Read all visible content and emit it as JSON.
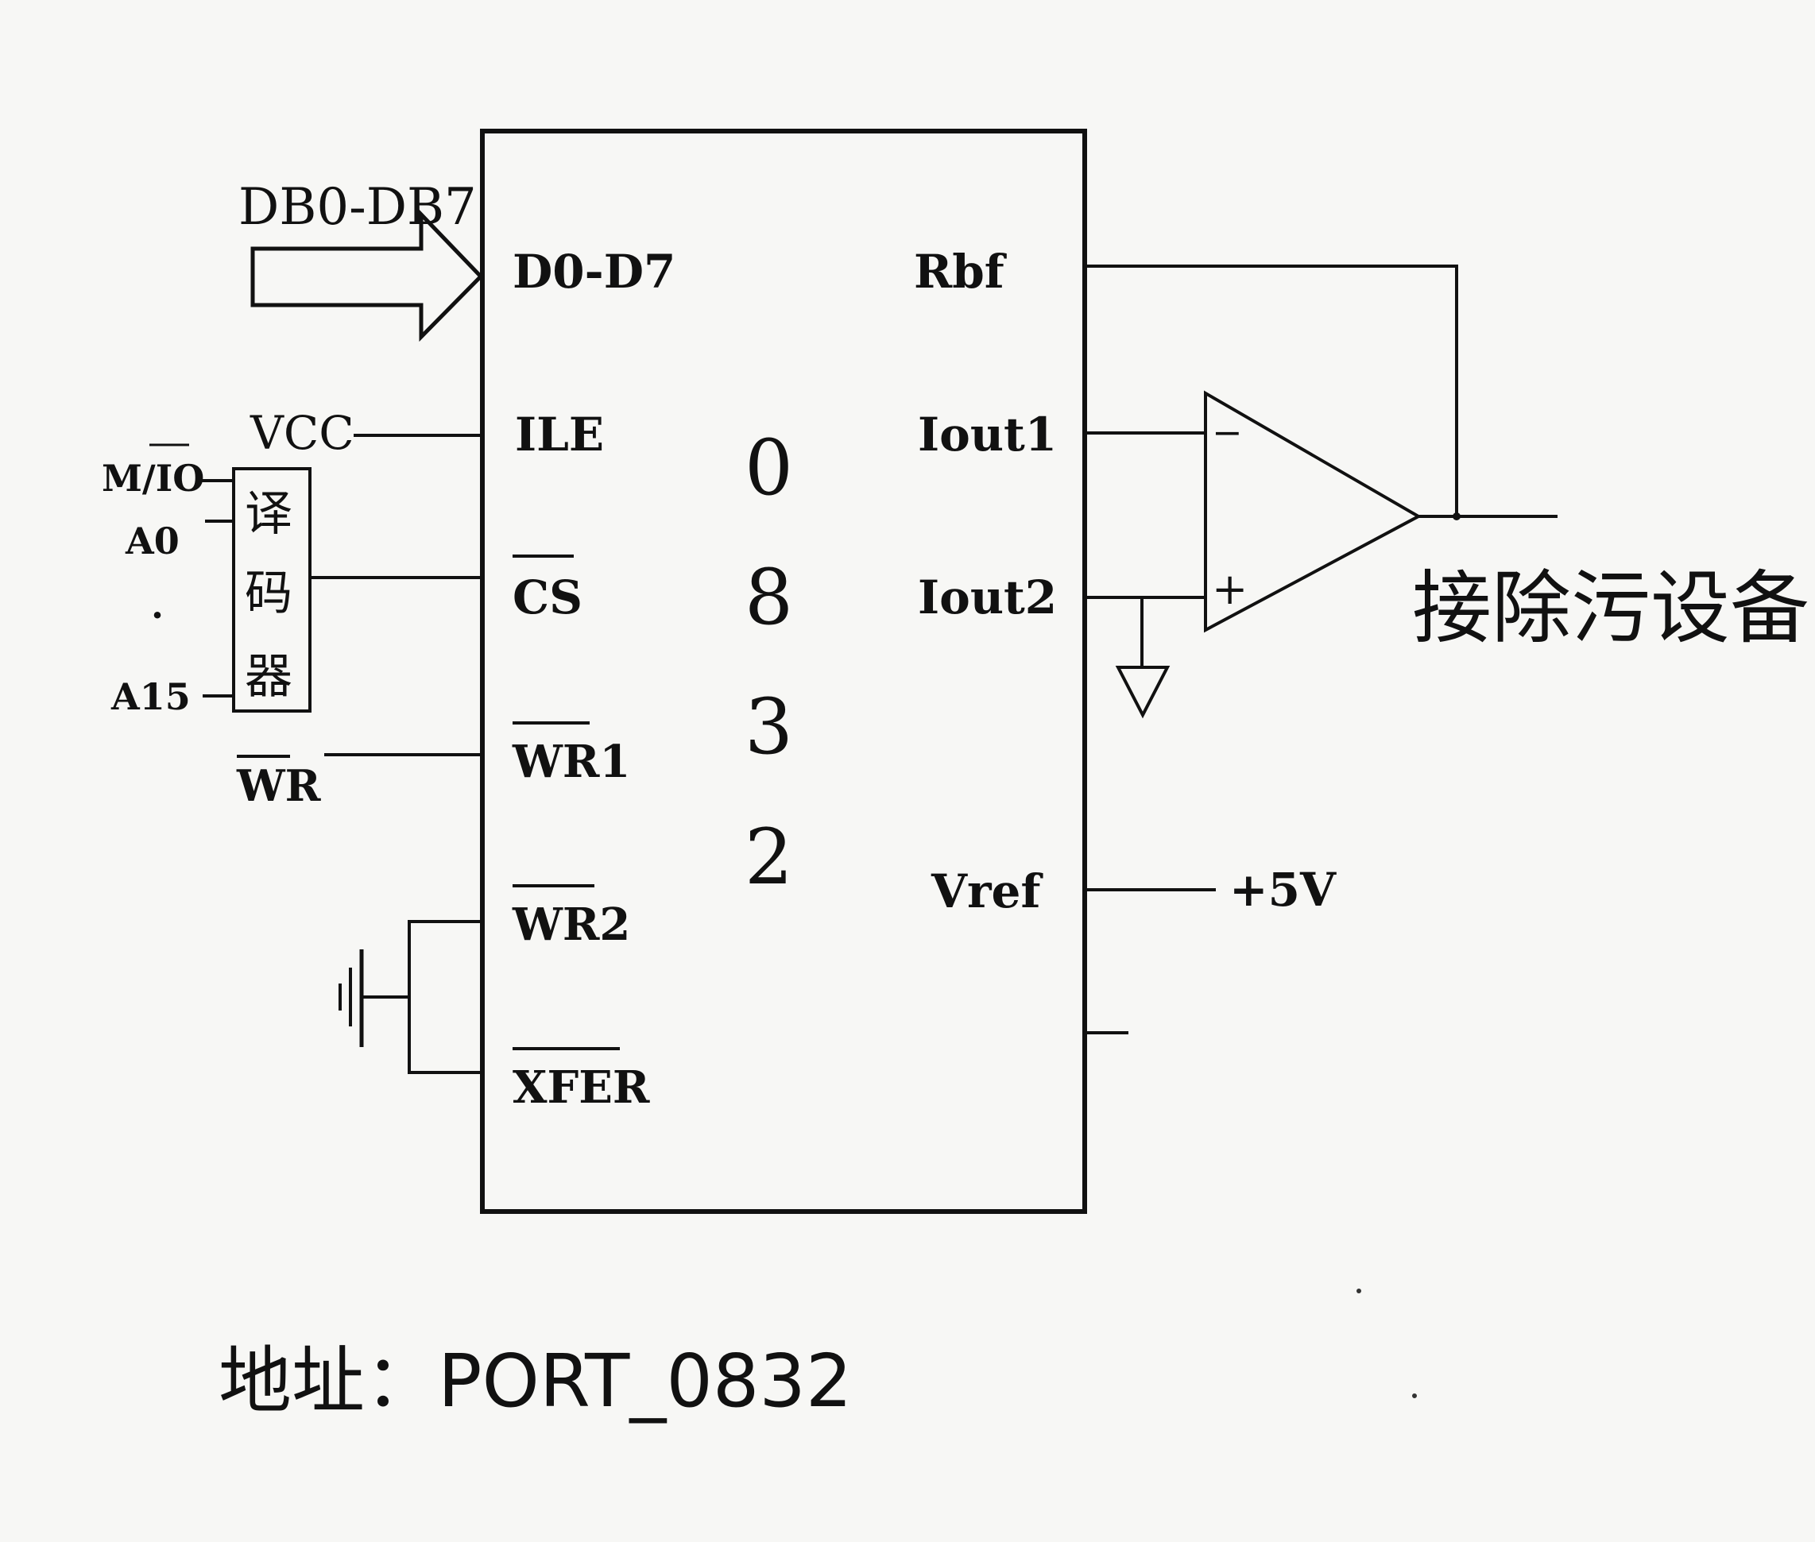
{
  "bus": {
    "label": "DB0-DB7"
  },
  "chip": {
    "name_digits": [
      "0",
      "8",
      "3",
      "2"
    ],
    "left_pins": [
      "D0-D7",
      "ILE",
      "CS",
      "WR1",
      "WR2",
      "XFER"
    ],
    "right_pins": [
      "Rbf",
      "Iout1",
      "Iout2",
      "Vref"
    ]
  },
  "inputs": {
    "vcc": "VCC",
    "m_io": "M/IO",
    "a0": "A0",
    "dot": "·",
    "a15": "A15",
    "wr": "WR"
  },
  "decoder": {
    "chars": [
      "译",
      "码",
      "器"
    ]
  },
  "opamp": {
    "minus": "−",
    "plus": "+"
  },
  "vref_supply": "+5V",
  "output_label": "接除污设备",
  "address_label": "地址：PORT_0832"
}
